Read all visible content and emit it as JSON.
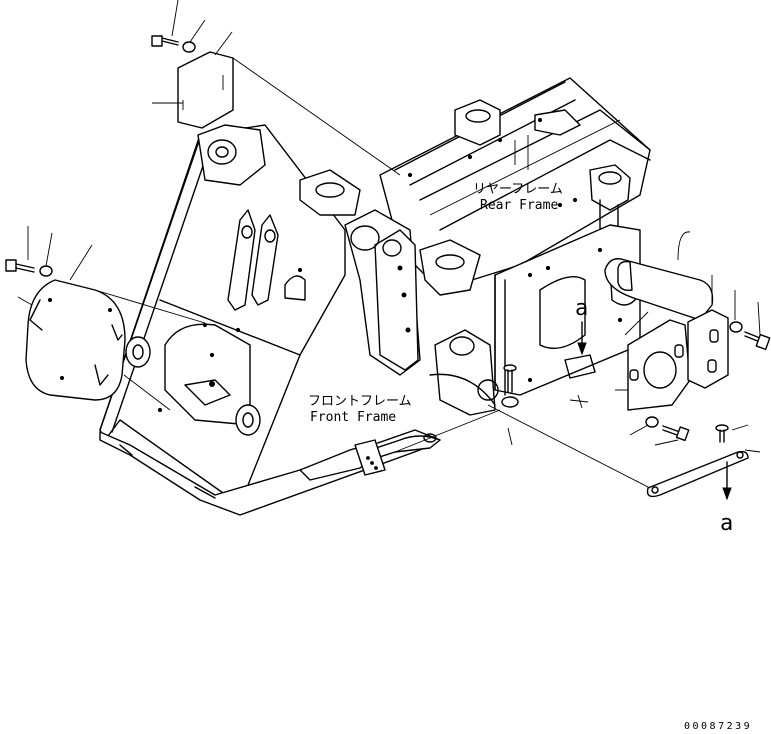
{
  "labels": {
    "rear_frame_jp": "リヤーフレーム",
    "rear_frame_en": "Rear Frame",
    "front_frame_jp": "フロントフレーム",
    "front_frame_en": "Front Frame",
    "ref_a_top": "a",
    "ref_a_bottom": "a",
    "drawing_number": "00087239"
  },
  "icons": {
    "arrow": "arrow-down-icon",
    "bolt": "bolt-icon",
    "washer": "washer-icon"
  },
  "colors": {
    "line": "#000000",
    "background": "#ffffff"
  }
}
